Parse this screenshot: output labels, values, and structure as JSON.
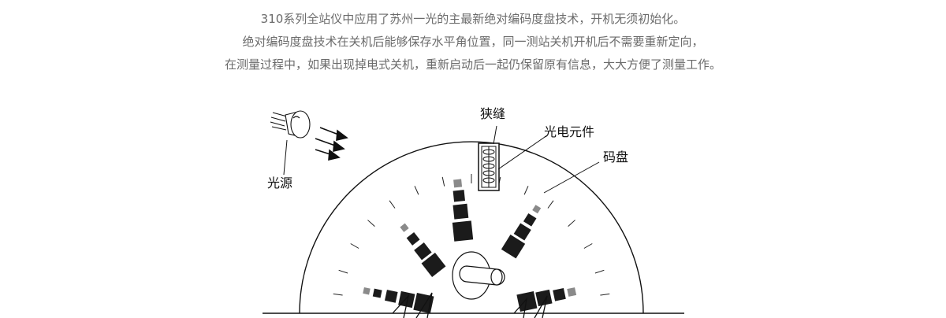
{
  "intro": {
    "lines": [
      "310系列全站仪中应用了苏州一光的主最新绝对编码度盘技术，开机无须初始化。",
      "绝对编码度盘技术在关机后能够保存水平角位置，同一测站关机开机后不需要重新定向，",
      "在测量过程中，如果出现掉电式关机，重新启动后一起仍保留原有信息，大大方便了测量工作。"
    ]
  },
  "diagram": {
    "labels": {
      "light_source": "光源",
      "slit": "狭缝",
      "photo_element": "光电元件",
      "code_disk": "码盘"
    },
    "colors": {
      "dark": "#1b1b1b",
      "gray": "#8a8a8a",
      "line": "#111111"
    }
  }
}
